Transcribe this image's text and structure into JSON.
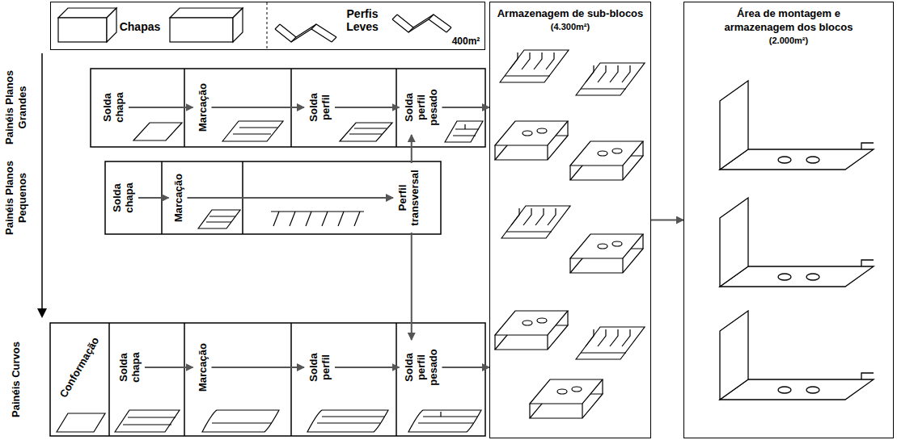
{
  "diagram": {
    "nodes": [
      {
        "text": [
          "Chapas",
          "Perfis Leves",
          "400m²"
        ]
      },
      {
        "text": [
          "Solda chapa"
        ]
      },
      {
        "text": [
          "Marcação"
        ]
      },
      {
        "text": [
          "Solda perfil"
        ]
      },
      {
        "text": [
          "Solda perfil pesado"
        ]
      },
      {
        "text": [
          "Solda chapa"
        ]
      },
      {
        "text": [
          "Marcação"
        ]
      },
      {
        "text": [
          "Perfil transversal"
        ]
      },
      {
        "text": [
          "Conformação"
        ]
      },
      {
        "text": [
          "Solda chapa"
        ]
      },
      {
        "text": [
          "Marcação"
        ]
      },
      {
        "text": [
          "Solda perfil"
        ]
      },
      {
        "text": [
          "Solda perfil pesado"
        ]
      },
      {
        "text": [
          "Armazenagem de sub-blocos",
          "(4.300m²)"
        ]
      },
      {
        "text": [
          "Área de montagem e armazenagem dos blocos",
          "(2.000m²)"
        ]
      }
    ],
    "edges": [
      {
        "from": 1,
        "to": 2,
        "arrow": "to"
      },
      {
        "from": 2,
        "to": 3,
        "arrow": "to"
      },
      {
        "from": 3,
        "to": 4,
        "arrow": "to"
      },
      {
        "from": 4,
        "to": 13,
        "arrow": "to"
      },
      {
        "from": 5,
        "to": 6,
        "arrow": "to"
      },
      {
        "from": 6,
        "to": 7,
        "arrow": "to"
      },
      {
        "from": 7,
        "to": 4,
        "arrow": "to"
      },
      {
        "from": 7,
        "to": 12,
        "arrow": "to"
      },
      {
        "from": 9,
        "to": 10,
        "arrow": "to"
      },
      {
        "from": 10,
        "to": 11,
        "arrow": "to"
      },
      {
        "from": 11,
        "to": 12,
        "arrow": "to"
      },
      {
        "from": 12,
        "to": 13,
        "arrow": "to"
      },
      {
        "from": 13,
        "to": 14,
        "arrow": "to"
      }
    ],
    "labels": [
      "Painéis Planos Grandes",
      "Painéis Planos Pequenos",
      "Painéis Curvos"
    ]
  }
}
